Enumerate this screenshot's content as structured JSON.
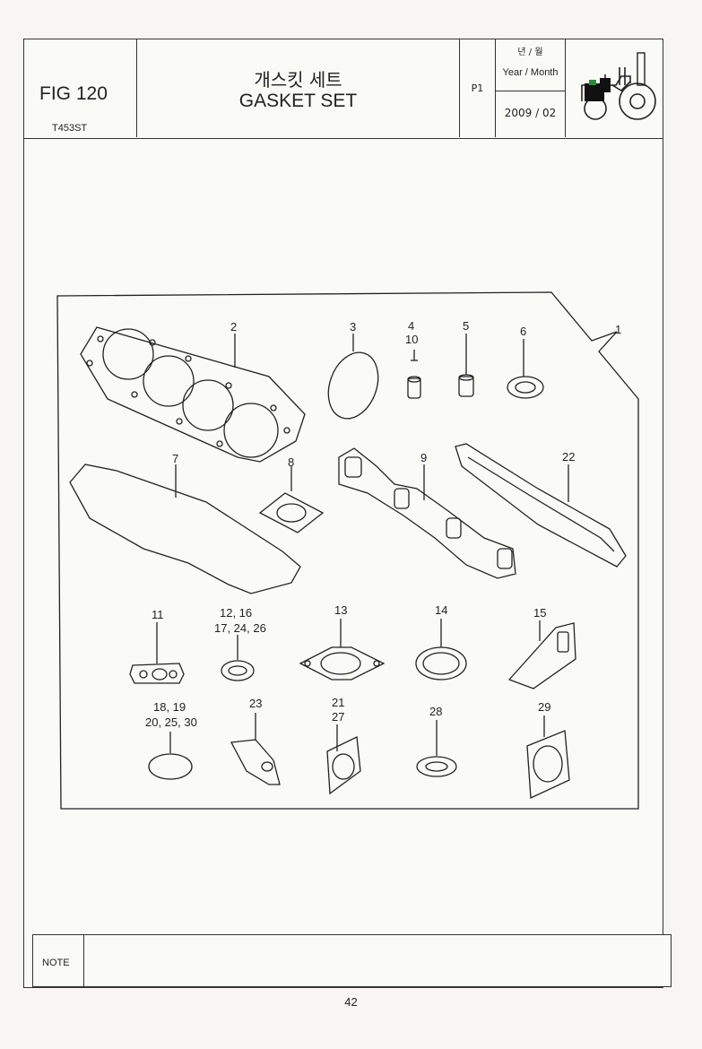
{
  "header": {
    "figure_number": "FIG 120",
    "model_code": "T453ST",
    "title_korean": "개스킷 세트",
    "title_english": "GASKET SET",
    "page_code": "P1",
    "date_label_korean": "년 / 월",
    "date_label_english": "Year / Month",
    "date_value": "2009 / 02",
    "logo_icon": "tractor-icon"
  },
  "diagram": {
    "callouts": {
      "c1": "1",
      "c2": "2",
      "c3": "3",
      "c4": "4",
      "c4b": "10",
      "c5": "5",
      "c6": "6",
      "c7": "7",
      "c8": "8",
      "c9": "9",
      "c22": "22",
      "c11": "11",
      "c12a": "12, 16",
      "c12b": "17, 24, 26",
      "c13": "13",
      "c14": "14",
      "c15": "15",
      "c18a": "18, 19",
      "c18b": "20, 25, 30",
      "c23": "23",
      "c21a": "21",
      "c21b": "27",
      "c28": "28",
      "c29": "29"
    }
  },
  "note": {
    "label": "NOTE"
  },
  "footer": {
    "page_number": "42"
  }
}
